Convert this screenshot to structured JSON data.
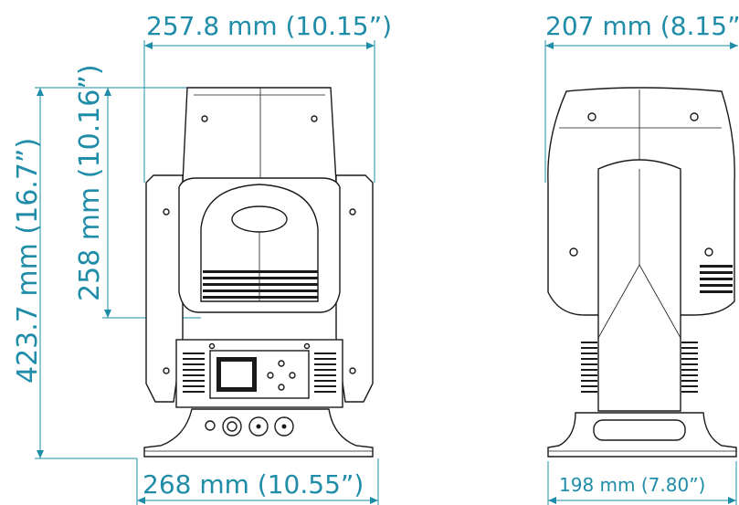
{
  "dimensions": {
    "front_width": "257.8 mm (10.15”)",
    "side_width": "207 mm (8.15”)",
    "total_height": "423.7 mm (16.7”)",
    "head_height": "258 mm (10.16”)",
    "base_width_front": "268 mm (10.55”)",
    "base_width_side": "198 mm (7.80”)"
  },
  "colors": {
    "dimension": "#1f8ca8",
    "outline": "#1a1a1a"
  }
}
